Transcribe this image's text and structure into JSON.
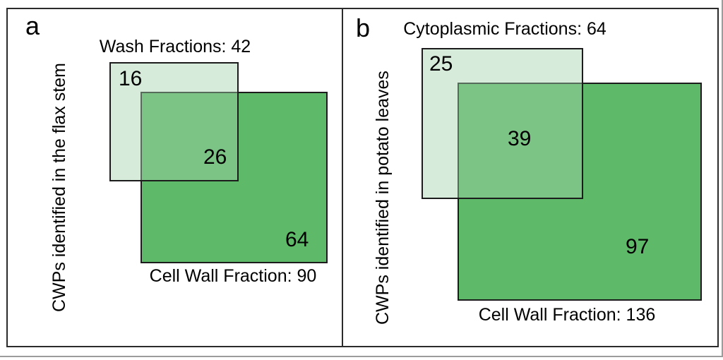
{
  "colors": {
    "panel_border": "#2b2b2b",
    "square_outline": "#1c1c1c",
    "cell_wall_fill": "#5eb969",
    "top_fraction_fill": "#d5e9d6",
    "overlap_fill": "#7dc487",
    "background": "#ffffff",
    "edge_line": "#9c9c9c"
  },
  "panels": [
    {
      "letter": "a",
      "axis_label": "CWPs identified in the flax stem",
      "top_square": {
        "name": "Wash Fractions",
        "total": "42",
        "title": "Wash Fractions: 42",
        "unique_count": "16"
      },
      "bottom_square": {
        "name": "Cell Wall Fraction",
        "total": "90",
        "title": "Cell Wall Fraction: 90",
        "unique_count": "64"
      },
      "overlap_count": "26"
    },
    {
      "letter": "b",
      "axis_label": "CWPs identified in potato leaves",
      "top_square": {
        "name": "Cytoplasmic Fractions",
        "total": "64",
        "title": "Cytoplasmic Fractions: 64",
        "unique_count": "25"
      },
      "bottom_square": {
        "name": "Cell Wall Fraction",
        "total": "136",
        "title": "Cell Wall Fraction: 136",
        "unique_count": "97"
      },
      "overlap_count": "39"
    }
  ],
  "chart_data": [
    {
      "type": "venn",
      "panel": "a",
      "axis_label": "CWPs identified in the flax stem",
      "sets": [
        {
          "label": "Wash Fractions",
          "size": 42,
          "unique": 16
        },
        {
          "label": "Cell Wall Fraction",
          "size": 90,
          "unique": 64
        }
      ],
      "intersection": 26
    },
    {
      "type": "venn",
      "panel": "b",
      "axis_label": "CWPs identified in potato leaves",
      "sets": [
        {
          "label": "Cytoplasmic Fractions",
          "size": 64,
          "unique": 25
        },
        {
          "label": "Cell Wall Fraction",
          "size": 136,
          "unique": 97
        }
      ],
      "intersection": 39
    }
  ]
}
